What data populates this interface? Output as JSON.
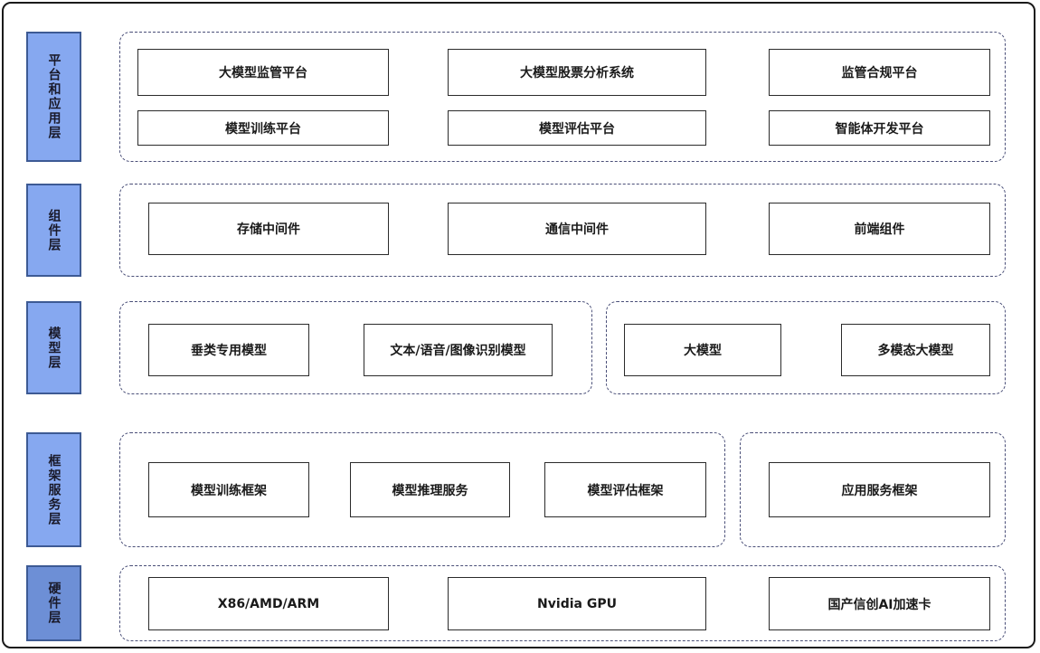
{
  "layers": [
    {
      "label": "平台和应用层",
      "items": [
        "大模型监管平台",
        "大模型股票分析系统",
        "监管合规平台",
        "模型训练平台",
        "模型评估平台",
        "智能体开发平台"
      ]
    },
    {
      "label": "组件层",
      "items": [
        "存储中间件",
        "通信中间件",
        "前端组件"
      ]
    },
    {
      "label": "模型层",
      "items": [
        "垂类专用模型",
        "文本/语音/图像识别模型",
        "大模型",
        "多模态大模型"
      ]
    },
    {
      "label": "框架服务层",
      "items": [
        "模型训练框架",
        "模型推理服务",
        "模型评估框架",
        "应用服务框架"
      ]
    },
    {
      "label": "硬件层",
      "items": [
        "X86/AMD/ARM",
        "Nvidia GPU",
        "国产信创AI加速卡"
      ]
    }
  ]
}
